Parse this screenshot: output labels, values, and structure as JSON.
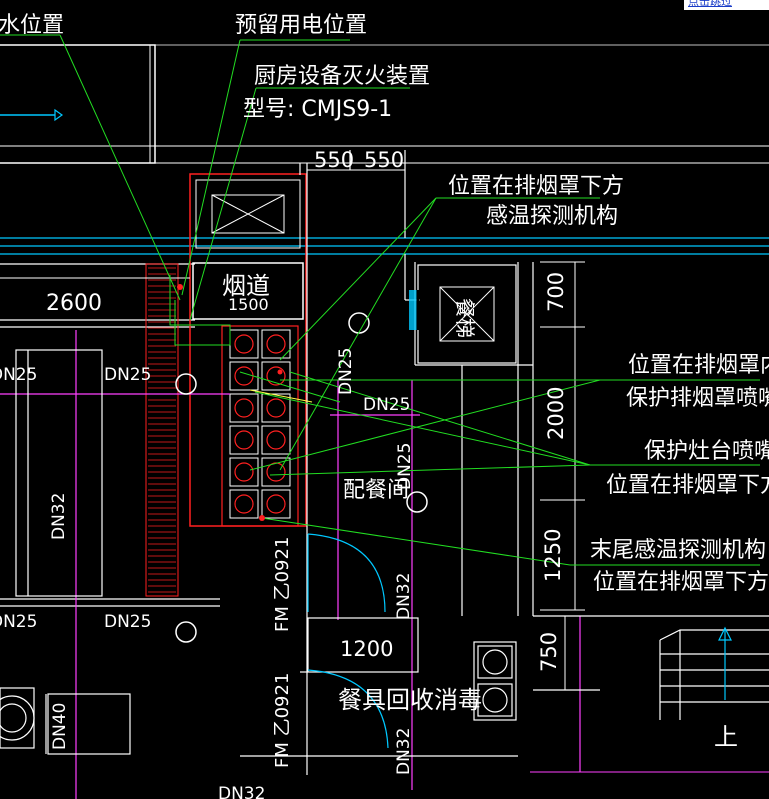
{
  "colors": {
    "background": "#000000",
    "wall": "#ffffff",
    "duct": "#ff2020",
    "pipe": "#ff40ff",
    "annotation": "#22dd22",
    "cyan": "#00c8ff",
    "dimension": "#ffffff"
  },
  "corner_link": {
    "text": "点击跳过"
  },
  "labels": {
    "water_position": "水位置",
    "reserved_power": "预留用电位置",
    "kitchen_suppression": "厨房设备灭火装置",
    "model": "型号: CMJS9-1",
    "dim_550_a": "550",
    "dim_550_b": "550",
    "below_hood_1": "位置在排烟罩下方",
    "temp_sensor": "感温探测机构",
    "flue": "烟道",
    "flue_size": "1500",
    "dim_2600": "2600",
    "dim_700": "700",
    "dim_2000": "2000",
    "dim_1250": "1250",
    "dim_750": "750",
    "dim_1200": "1200",
    "dn25_a": "DN25",
    "dn25_b": "DN25",
    "dn25_c": "DN25",
    "dn25_d": "DN25",
    "dn25_e": "DN25",
    "dn25_f": "DN25",
    "dn25_g": "DN25",
    "dn32_a": "DN32",
    "dn32_b": "DN32",
    "dn32_c": "DN32",
    "dn32_d": "DN32",
    "dn40": "DN40",
    "inside_hood": "位置在排烟罩内",
    "protect_hood_nozzle": "保护排烟罩喷嘴",
    "protect_stove_nozzle": "保护灶台喷嘴",
    "below_hood_2": "位置在排烟罩下方",
    "serving_room": "配餐间",
    "end_sensor": "末尾感温探测机构",
    "below_hood_3": "位置在排烟罩下方",
    "fm_door_a": "FM 乙0921",
    "fm_door_b": "FM 乙0921",
    "dishware": "餐具回收消毒",
    "dumbwaiter": "餐梯",
    "stair_up": "上"
  }
}
